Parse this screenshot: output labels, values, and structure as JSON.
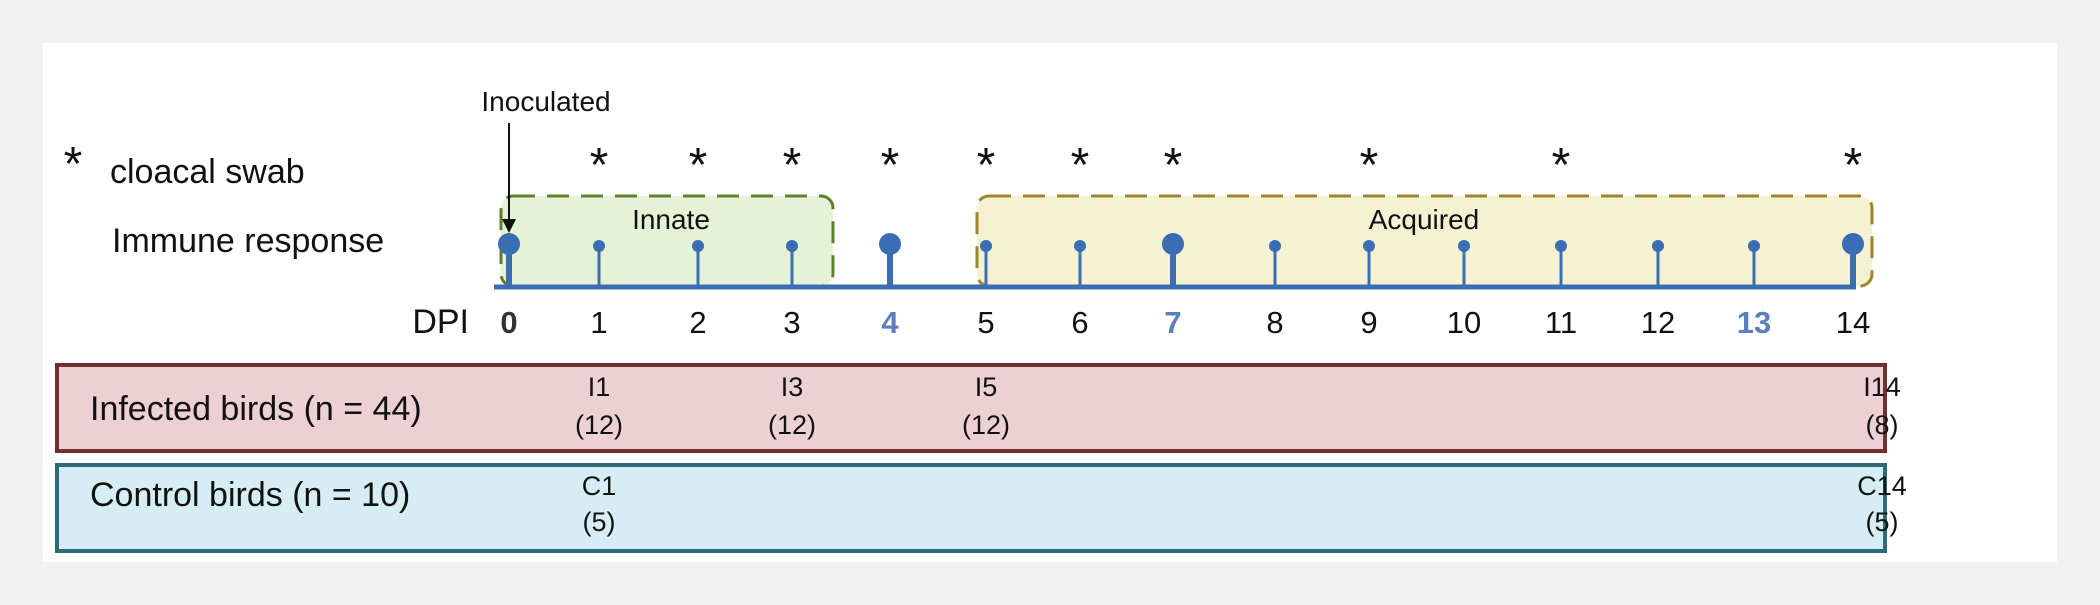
{
  "legend": {
    "swab_symbol": "*",
    "swab_label": "cloacal swab"
  },
  "immune_label": "Immune response",
  "inoculated_label": "Inoculated",
  "phases": {
    "innate": "Innate",
    "acquired": "Acquired"
  },
  "axis_label": "DPI",
  "days": [
    {
      "label": "0",
      "style": "dark",
      "stem": "large",
      "swab": false
    },
    {
      "label": "1",
      "style": "normal",
      "stem": "small",
      "swab": true
    },
    {
      "label": "2",
      "style": "normal",
      "stem": "small",
      "swab": true
    },
    {
      "label": "3",
      "style": "normal",
      "stem": "small",
      "swab": true
    },
    {
      "label": "4",
      "style": "highlight",
      "stem": "large",
      "swab": true
    },
    {
      "label": "5",
      "style": "normal",
      "stem": "small",
      "swab": true
    },
    {
      "label": "6",
      "style": "normal",
      "stem": "small",
      "swab": true
    },
    {
      "label": "7",
      "style": "highlight",
      "stem": "large",
      "swab": true
    },
    {
      "label": "8",
      "style": "normal",
      "stem": "small",
      "swab": false
    },
    {
      "label": "9",
      "style": "normal",
      "stem": "small",
      "swab": true
    },
    {
      "label": "10",
      "style": "normal",
      "stem": "small",
      "swab": false
    },
    {
      "label": "11",
      "style": "normal",
      "stem": "small",
      "swab": true
    },
    {
      "label": "12",
      "style": "normal",
      "stem": "small",
      "swab": false
    },
    {
      "label": "13",
      "style": "highlight",
      "stem": "small",
      "swab": false
    },
    {
      "label": "14",
      "style": "normal",
      "stem": "large",
      "swab": true
    }
  ],
  "infected": {
    "label": "Infected birds (n = 44)",
    "samples": [
      {
        "day": 1,
        "id": "I1",
        "n": "(12)"
      },
      {
        "day": 3,
        "id": "I3",
        "n": "(12)"
      },
      {
        "day": 5,
        "id": "I5",
        "n": "(12)"
      },
      {
        "day": 14,
        "id": "I14",
        "n": "(8)"
      }
    ]
  },
  "control": {
    "label": "Control birds (n = 10)",
    "samples": [
      {
        "day": 1,
        "id": "C1",
        "n": "(5)"
      },
      {
        "day": 14,
        "id": "C14",
        "n": "(5)"
      }
    ]
  },
  "colors": {
    "timeline": "#3a6db3",
    "highlight_tick": "#5b7fb8",
    "innate_fill": "#e6f2d5",
    "innate_border": "#5f7f2c",
    "acquired_fill": "#f4f2d2",
    "acquired_border": "#a0852e",
    "infected_fill": "#ecd0d3",
    "infected_border": "#6e3030",
    "control_fill": "#d6eef3",
    "control_border": "#2e6a78"
  }
}
